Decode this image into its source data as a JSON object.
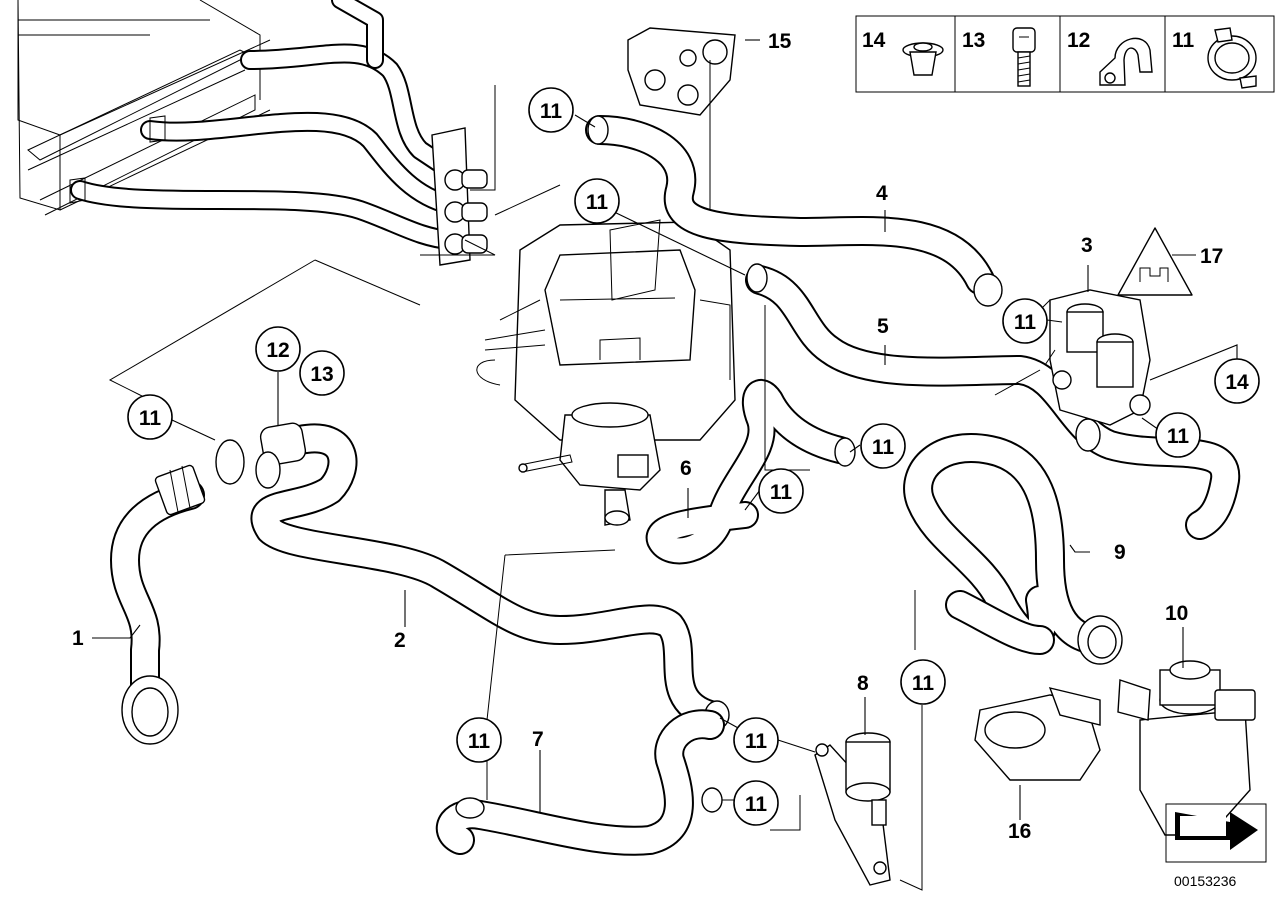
{
  "diagram": {
    "doc_id": "00153236",
    "legend": [
      {
        "num": "14"
      },
      {
        "num": "13"
      },
      {
        "num": "12"
      },
      {
        "num": "11"
      }
    ],
    "parts": {
      "p1": "1",
      "p2": "2",
      "p3": "3",
      "p4": "4",
      "p5": "5",
      "p6": "6",
      "p7": "7",
      "p8": "8",
      "p9": "9",
      "p10": "10",
      "p15": "15",
      "p16": "16",
      "p17": "17"
    },
    "callouts": {
      "c11": "11",
      "c12": "12",
      "c13": "13",
      "c14": "14"
    }
  }
}
